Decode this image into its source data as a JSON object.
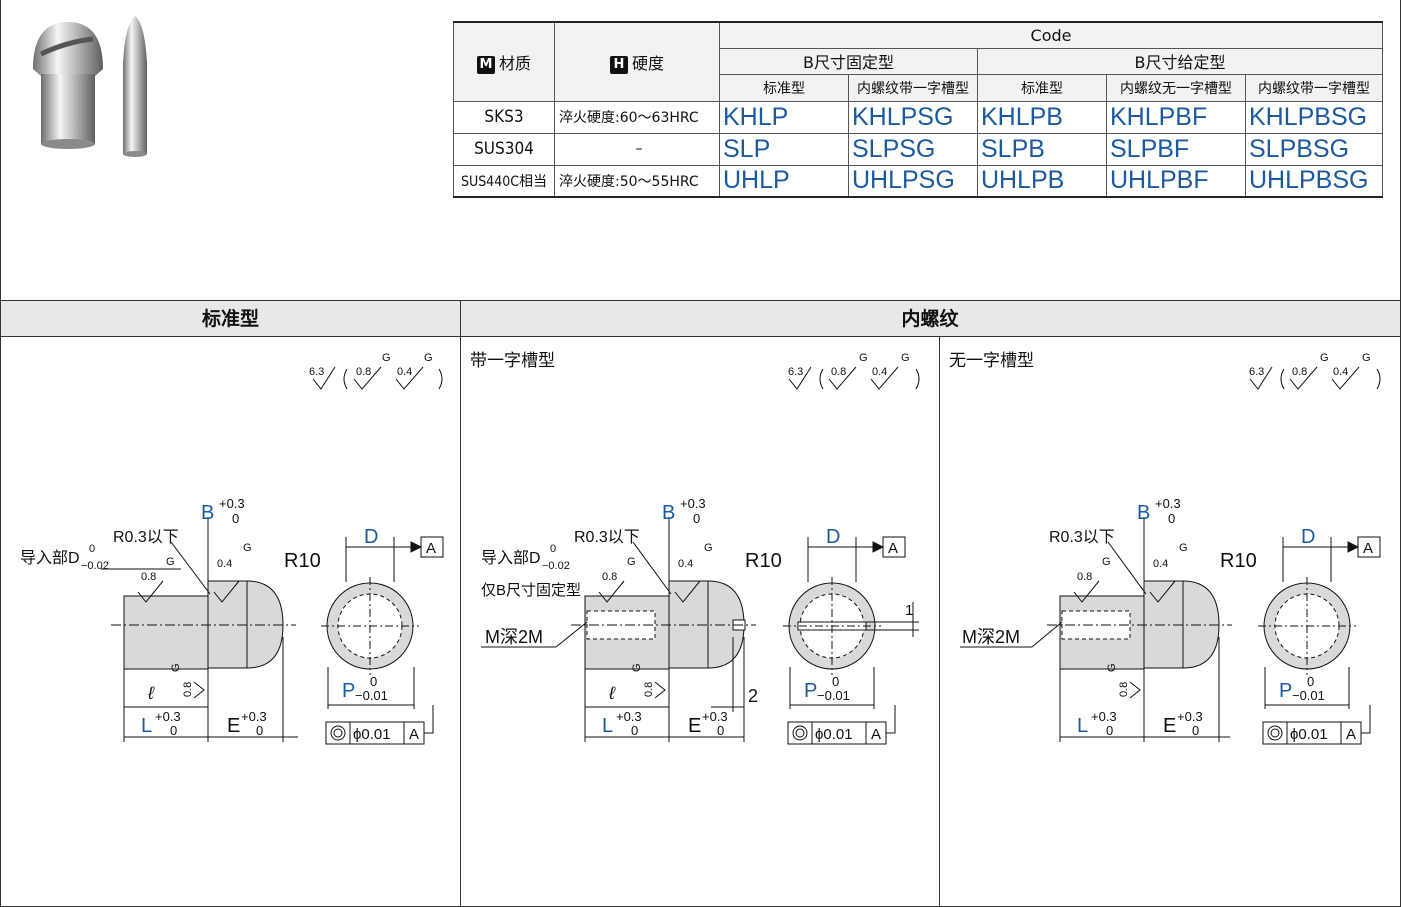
{
  "table": {
    "header_material": "材质",
    "header_material_badge": "M",
    "header_hardness": "硬度",
    "header_hardness_badge": "H",
    "header_code": "Code",
    "group_fixed": "B尺寸固定型",
    "group_given": "B尺寸给定型",
    "sub_headers": [
      "标准型",
      "内螺纹带一字槽型",
      "标准型",
      "内螺纹无一字槽型",
      "内螺纹带一字槽型"
    ],
    "rows": [
      {
        "material": "SKS3",
        "hardness": "淬火硬度:60～63HRC",
        "codes": [
          "KHLP",
          "KHLPSG",
          "KHLPB",
          "KHLPBF",
          "KHLPBSG"
        ]
      },
      {
        "material": "SUS304",
        "hardness": "–",
        "codes": [
          "SLP",
          "SLPSG",
          "SLPB",
          "SLPBF",
          "SLPBSG"
        ]
      },
      {
        "material": "SUS440C相当",
        "hardness": "淬火硬度:50～55HRC",
        "codes": [
          "UHLP",
          "UHLPSG",
          "UHLPB",
          "UHLPBF",
          "UHLPBSG"
        ]
      }
    ]
  },
  "sections": {
    "standard_title": "标准型",
    "internal_title": "内螺纹",
    "slot_title": "带一字槽型",
    "noslot_title": "无一字槽型"
  },
  "drawing_labels": {
    "roughness_main": "6.3",
    "roughness_a": "0.8",
    "roughness_b": "0.4",
    "grind": "G",
    "B": "B",
    "B_tol_upper": "+0.3",
    "B_tol_lower": "0",
    "r03": "R0.3以下",
    "guide": "导入部D",
    "guide_tol_upper": "0",
    "guide_tol_lower": "−0.02",
    "only_fixed": "仅B尺寸固定型",
    "r10": "R10",
    "D": "D",
    "A": "A",
    "thread": "M深2M",
    "ell": "ℓ",
    "L": "L",
    "L_tol_upper": "+0.3",
    "L_tol_lower": "0",
    "E": "E",
    "E_tol_upper": "+0.3",
    "E_tol_lower": "0",
    "P": "P",
    "P_tol_upper": "0",
    "P_tol_lower": "−0.01",
    "concentricity": "ϕ0.01",
    "slot_w": "1",
    "slot_d": "2"
  },
  "colors": {
    "accent_blue": "#1c5aa0",
    "header_gray": "#e8e8e8",
    "part_gray": "#d9d9d9"
  }
}
